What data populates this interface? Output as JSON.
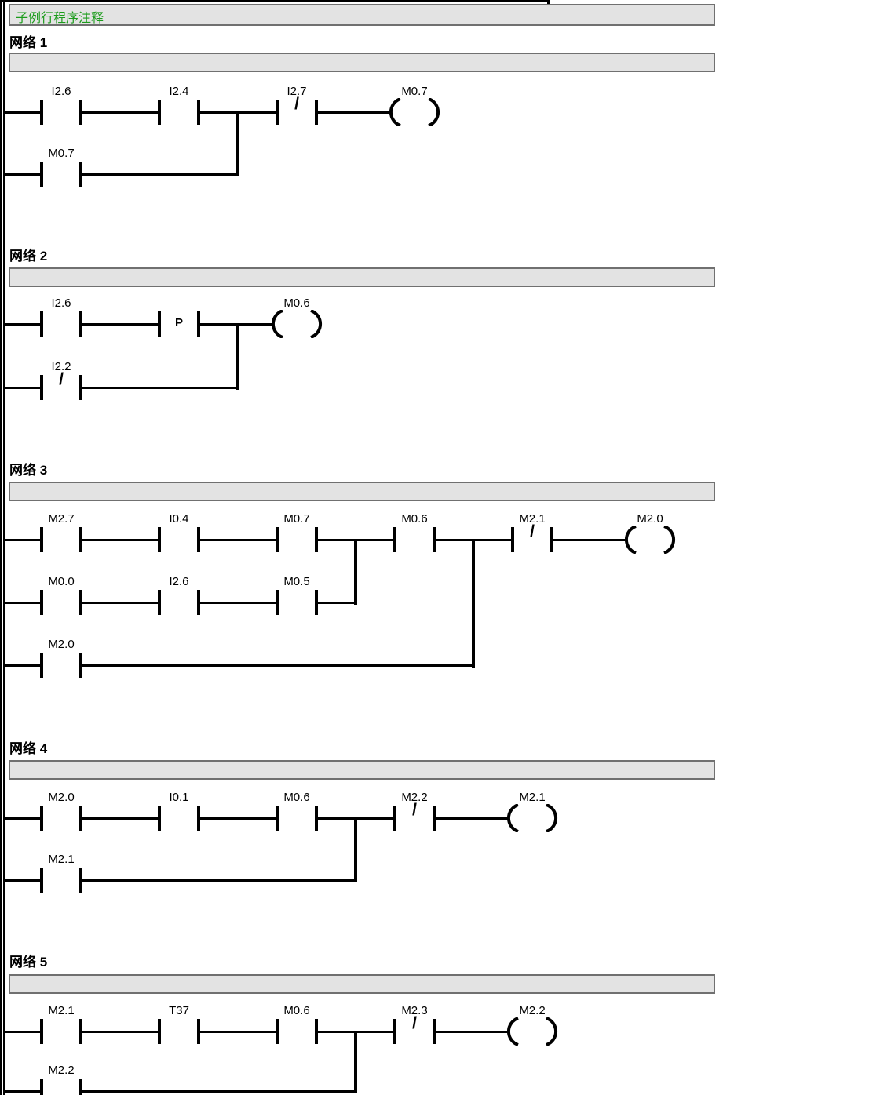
{
  "header": {
    "subroutine_comment": "子例行程序注释"
  },
  "colors": {
    "accent_green": "#1c9c1c",
    "bar_fill": "#e3e3e3",
    "bar_border": "#707070",
    "line": "#000000"
  },
  "networks": [
    {
      "title": "网络 1",
      "comment": "",
      "elements": [
        {
          "type": "contact_no",
          "label": "I2.6"
        },
        {
          "type": "contact_no",
          "label": "I2.4"
        },
        {
          "type": "contact_nc",
          "label": "I2.7",
          "symbol": "/"
        },
        {
          "type": "coil",
          "label": "M0.7"
        },
        {
          "type": "contact_no",
          "label": "M0.7"
        }
      ]
    },
    {
      "title": "网络 2",
      "comment": "",
      "elements": [
        {
          "type": "contact_no",
          "label": "I2.6"
        },
        {
          "type": "contact_edge",
          "label": "",
          "symbol": "P"
        },
        {
          "type": "coil",
          "label": "M0.6"
        },
        {
          "type": "contact_nc",
          "label": "I2.2",
          "symbol": "/"
        }
      ]
    },
    {
      "title": "网络 3",
      "comment": "",
      "elements": [
        {
          "type": "contact_no",
          "label": "M2.7"
        },
        {
          "type": "contact_no",
          "label": "I0.4"
        },
        {
          "type": "contact_no",
          "label": "M0.7"
        },
        {
          "type": "contact_no",
          "label": "M0.6"
        },
        {
          "type": "contact_nc",
          "label": "M2.1",
          "symbol": "/"
        },
        {
          "type": "coil",
          "label": "M2.0"
        },
        {
          "type": "contact_no",
          "label": "M0.0"
        },
        {
          "type": "contact_no",
          "label": "I2.6"
        },
        {
          "type": "contact_no",
          "label": "M0.5"
        },
        {
          "type": "contact_no",
          "label": "M2.0"
        }
      ]
    },
    {
      "title": "网络 4",
      "comment": "",
      "elements": [
        {
          "type": "contact_no",
          "label": "M2.0"
        },
        {
          "type": "contact_no",
          "label": "I0.1"
        },
        {
          "type": "contact_no",
          "label": "M0.6"
        },
        {
          "type": "contact_nc",
          "label": "M2.2",
          "symbol": "/"
        },
        {
          "type": "coil",
          "label": "M2.1"
        },
        {
          "type": "contact_no",
          "label": "M2.1"
        }
      ]
    },
    {
      "title": "网络 5",
      "comment": "",
      "elements": [
        {
          "type": "contact_no",
          "label": "M2.1"
        },
        {
          "type": "contact_no",
          "label": "T37"
        },
        {
          "type": "contact_no",
          "label": "M0.6"
        },
        {
          "type": "contact_nc",
          "label": "M2.3",
          "symbol": "/"
        },
        {
          "type": "coil",
          "label": "M2.2"
        },
        {
          "type": "contact_no",
          "label": "M2.2"
        }
      ]
    }
  ]
}
